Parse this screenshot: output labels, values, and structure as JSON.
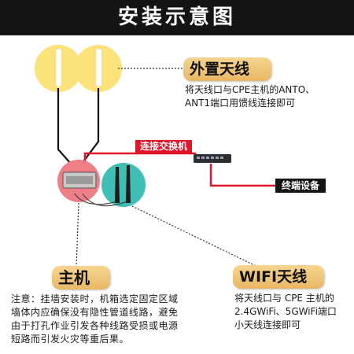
{
  "title": "安装示意图",
  "outer_antenna": {
    "label": "外置天线",
    "desc": "将天线口与CPE主机的ANTO、\nANT1端口用馈线连接即可"
  },
  "switch_label": "连接交换机",
  "terminal_label": "终端设备",
  "host": {
    "label": "主机",
    "desc": "注意：挂墙安装时，机箱选定固定区域\n墙体内应确保没有隐性管道线路，避免\n由于打孔作业引发各种线路受损或电源\n短路而引发火灾等重后果。"
  },
  "wifi_antenna": {
    "label": "WIFI天线",
    "desc": "将天线口与 CPE 主机的\n2.4GWiFi、5GWiFi端口\n小天线连接即可"
  },
  "colors": {
    "accent_gold": "#f0c878",
    "cable_red": "#e0152a",
    "dark": "#141414",
    "circle_red": "#ef7f86",
    "circle_teal": "#3fbfb6"
  }
}
